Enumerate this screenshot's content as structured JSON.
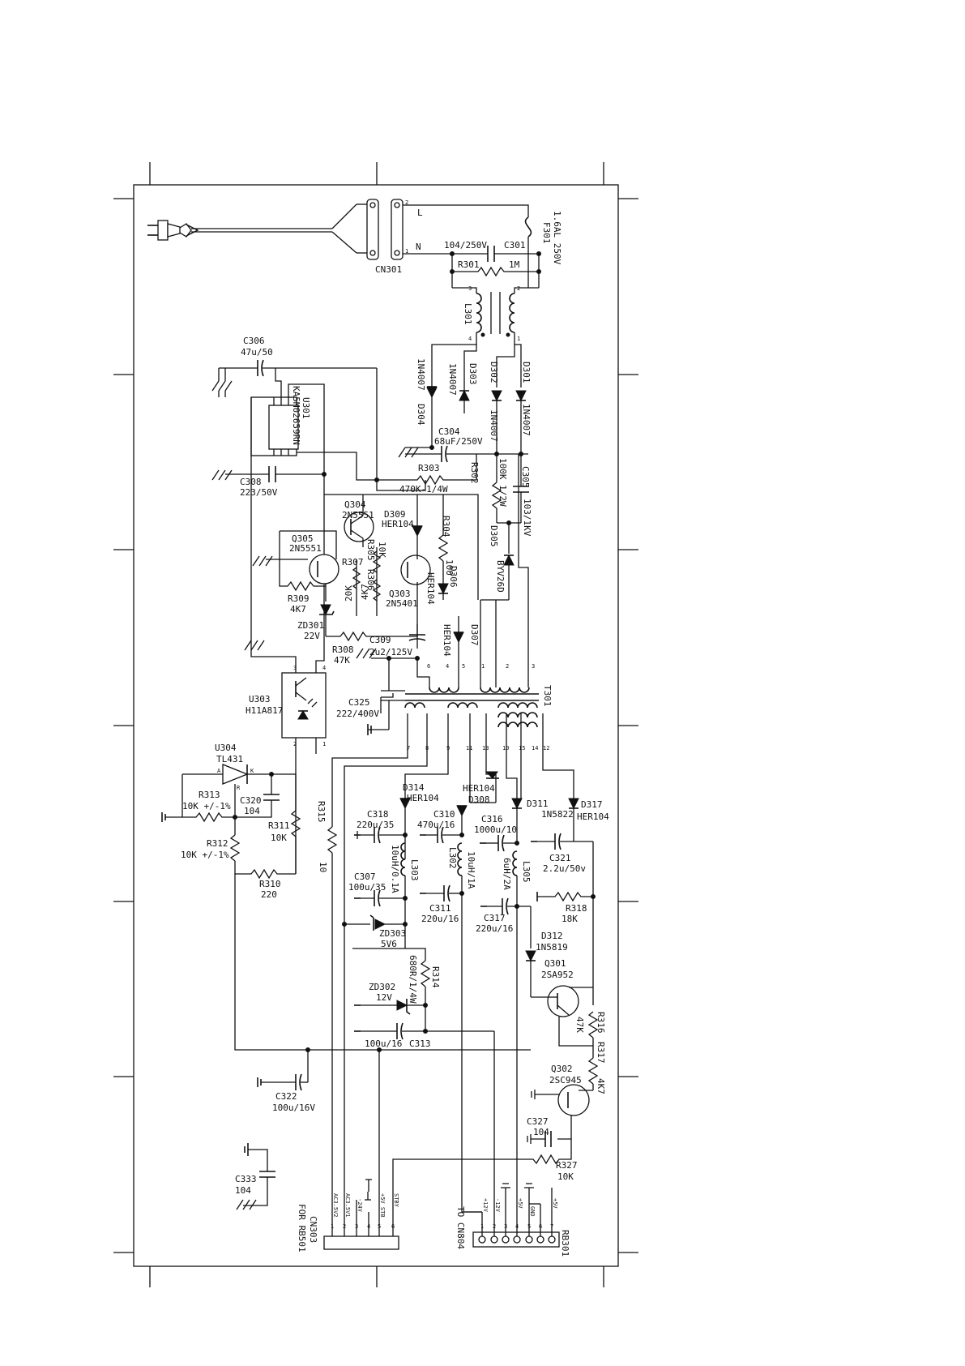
{
  "labels": {
    "CN301": "CN301",
    "F301": "F301",
    "F301_val": "1.6AL 250V",
    "L": "L",
    "N": "N",
    "C301": "C301",
    "C301_val": "104/250V",
    "R301": "R301",
    "R301_val": "1M",
    "L301": "L301",
    "D301": "D301",
    "D302": "D302",
    "D303": "D303",
    "D304": "D304",
    "d301_val": "1N4007",
    "d302_val": "1N4007",
    "d303_val": "1N4007",
    "d304_val": "1N4007",
    "C304": "C304",
    "C304_val": "68uF/250V",
    "C306": "C306",
    "C306_val": "47u/50",
    "U301": "U301",
    "U301_val": "KA5M02659RN",
    "C308": "C308",
    "C308_val": "223/50V",
    "R303": "R303",
    "R303_val": "470K-1/4W",
    "R302": "R302",
    "R302_val": "100K 1/2W",
    "C305": "C305",
    "C305_val": "103/1KV",
    "D305": "D305",
    "D305_val": "BYV26D",
    "Q304": "Q304",
    "Q304_val": "2N5551",
    "D309": "D309",
    "D309_val": "HER104",
    "R304": "R304",
    "R304_val": "100",
    "Q305": "Q305",
    "Q305_val": "2N5551",
    "R305": "R305",
    "R305_val": "10K",
    "R306": "R306",
    "R306_val": "4K7",
    "R307": "R307",
    "R307_val": "20K",
    "Q303": "Q303",
    "Q303_val": "2N5401",
    "D306": "D306",
    "D306_val": "HER104",
    "D307": "D307",
    "D307_val": "HER104",
    "R309": "R309",
    "R309_val": "4K7",
    "ZD301": "ZD301",
    "ZD301_val": "22V",
    "R308": "R308",
    "R308_val": "47K",
    "C309": "C309",
    "C309_val": "2u2/125V",
    "T301": "T301",
    "U303": "U303",
    "U303_val": "H11A817",
    "C325": "C325",
    "C325_val": "222/400V",
    "U304": "U304",
    "U304_val": "TL431",
    "R313": "R313",
    "R313_val": "10K +/-1%",
    "C320": "C320",
    "C320_val": "104",
    "R311": "R311",
    "R311_val": "10K",
    "R312": "R312",
    "R312_val": "10K +/-1%",
    "R310": "R310",
    "R310_val": "220",
    "R315": "R315",
    "R315_val": "10",
    "D314": "D314",
    "D314_val": "HER104",
    "C318": "C318",
    "C318_val": "220u/35",
    "L303": "L303",
    "L303_val": "10uH/0.1A",
    "C307": "C307",
    "C307_val": "100u/35",
    "C310": "C310",
    "C310_val": "470u/16",
    "L302": "L302",
    "L302_val": "10uH/1A",
    "C311": "C311",
    "C311_val": "220u/16",
    "D308": "D308",
    "D308_val": "HER104",
    "D311": "D311",
    "D311_val": "1N5822",
    "C316": "C316",
    "C316_val": "1000u/10",
    "L305": "L305",
    "L305_val": "6uH/2A",
    "C317": "C317",
    "C317_val": "220u/16",
    "D317": "D317",
    "D317_val": "HER104",
    "C321": "C321",
    "C321_val": "2.2u/50v",
    "R318": "R318",
    "R318_val": "18K",
    "D312": "D312",
    "D312_val": "1N5819",
    "ZD303": "ZD303",
    "ZD303_val": "5V6",
    "R314": "R314",
    "R314_val": "680R/1/4W",
    "ZD302": "ZD302",
    "ZD302_val": "12V",
    "C313": "C313",
    "C313_val": "100u/16",
    "Q301": "Q301",
    "Q301_val": "2SA952",
    "R316": "R316",
    "R316_val": "47K",
    "R317": "R317",
    "R317_val": "4K7",
    "Q302": "Q302",
    "Q302_val": "2SC945",
    "C322": "C322",
    "C322_val": "100u/16V",
    "C327": "C327",
    "C327_val": "104",
    "R327": "R327",
    "R327_val": "10K",
    "C333": "C333",
    "C333_val": "104",
    "CN303": "CN303",
    "CN303_sub": "FOR RB501",
    "to_cn804": "TO CN804",
    "RB301": "RB301"
  },
  "cn303_pins": [
    "AC3.5V2",
    "AC3.5V1",
    "-24V",
    "",
    "+5V_STB",
    "STBY"
  ],
  "rb301_pins": [
    "+12V",
    "-12V",
    "",
    "+5V",
    "GND",
    "",
    "+5V"
  ]
}
